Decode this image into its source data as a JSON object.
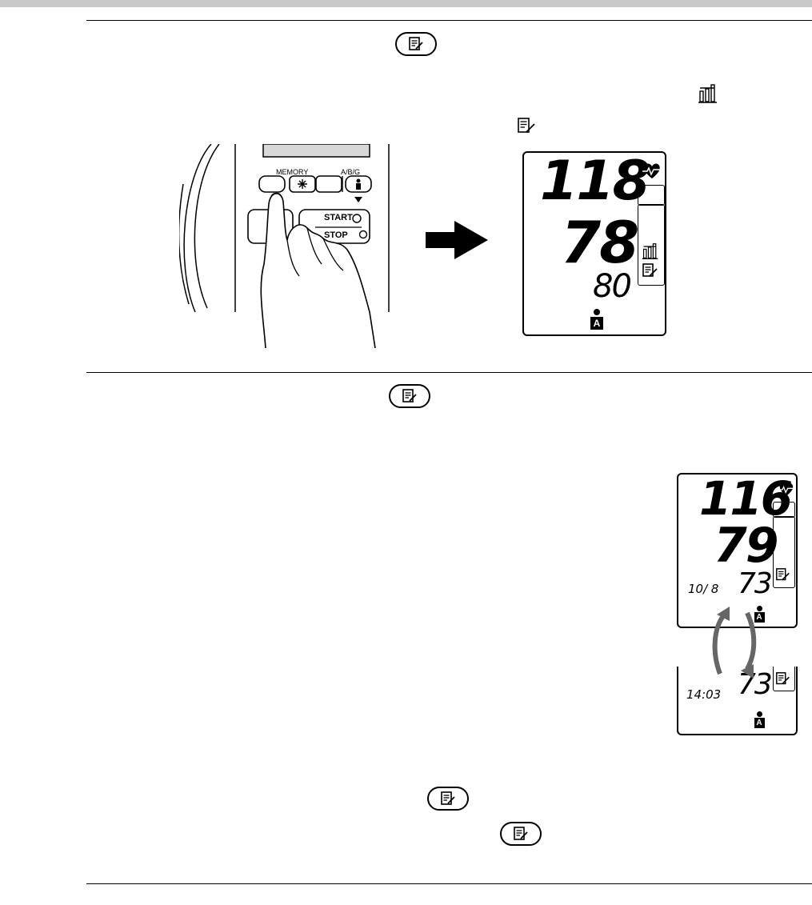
{
  "device": {
    "memory_label": "MEMORY",
    "abg_label": "A/B/G",
    "start_label": "START",
    "stop_label": "STOP"
  },
  "display1": {
    "systolic": "118",
    "diastolic": "78",
    "pulse": "80",
    "user": "A"
  },
  "display2": {
    "systolic": "116",
    "diastolic": "79",
    "pulse": "73",
    "date": "10/ 8",
    "user": "A"
  },
  "display3": {
    "pulse": "73",
    "time": "14:03",
    "user": "A"
  },
  "icons": {
    "memo_button": "memo-icon",
    "average": "average-bars-icon",
    "heart": "heart-pulse-icon",
    "user": "user-icon",
    "arrow": "arrow-right-icon"
  }
}
